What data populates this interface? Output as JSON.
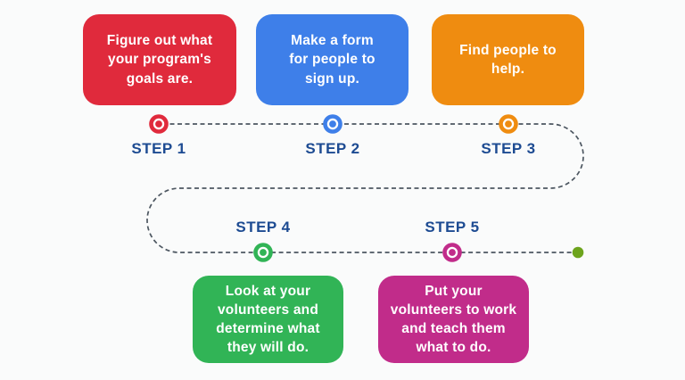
{
  "diagram": {
    "type": "process-timeline",
    "background": "#fafbfb",
    "line_color": "#4d5761",
    "label_color": "#1d4b92",
    "card_text_color": "#ffffff",
    "end_dot_color": "#6da41d",
    "steps": [
      {
        "label": "STEP 1",
        "text": "Figure out what\nyour program's\ngoals are.",
        "color": "#e02a3c"
      },
      {
        "label": "STEP 2",
        "text": "Make a form\nfor people to\nsign up.",
        "color": "#3e7fe9"
      },
      {
        "label": "STEP 3",
        "text": "Find people to\nhelp.",
        "color": "#ef8c10"
      },
      {
        "label": "STEP 4",
        "text": "Look at your\nvolunteers and\ndetermine what\nthey will do.",
        "color": "#31b456"
      },
      {
        "label": "STEP 5",
        "text": "Put your\nvolunteers to work\nand teach them\nwhat to do.",
        "color": "#c12c8a"
      }
    ]
  }
}
